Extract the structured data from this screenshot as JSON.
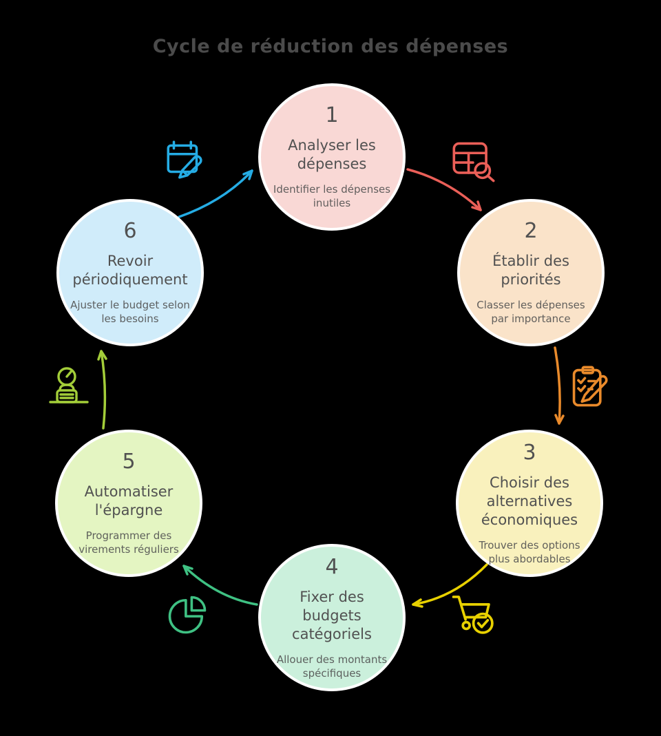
{
  "title": "Cycle de réduction des dépenses",
  "colors": {
    "background": "#000000",
    "title_text": "#4b4b4b",
    "node_text": "#515151",
    "node_border": "#ffffff"
  },
  "steps": [
    {
      "number": "1",
      "label": "Analyser les dépenses",
      "description": "Identifier les dépenses inutiles",
      "fill": "#f9d8d5"
    },
    {
      "number": "2",
      "label": "Établir des priorités",
      "description": "Classer les dépenses par importance",
      "fill": "#fae3c9"
    },
    {
      "number": "3",
      "label": "Choisir des alternatives économiques",
      "description": "Trouver des options plus abordables",
      "fill": "#f9f1bd"
    },
    {
      "number": "4",
      "label": "Fixer des budgets catégoriels",
      "description": "Allouer des montants spécifiques",
      "fill": "#cbf0dc"
    },
    {
      "number": "5",
      "label": "Automatiser l'épargne",
      "description": "Programmer des virements réguliers",
      "fill": "#e4f5c2"
    },
    {
      "number": "6",
      "label": "Revoir périodiquement",
      "description": "Ajuster le budget selon les besoins",
      "fill": "#d0ecfa"
    }
  ],
  "connectors": [
    {
      "from": "1",
      "to": "2",
      "color": "#ea5f58",
      "icon": "table-search-icon"
    },
    {
      "from": "2",
      "to": "3",
      "color": "#e98a2b",
      "icon": "clipboard-checklist-pencil-icon"
    },
    {
      "from": "3",
      "to": "4",
      "color": "#e8d100",
      "icon": "shopping-cart-check-icon"
    },
    {
      "from": "4",
      "to": "5",
      "color": "#3fc183",
      "icon": "pie-chart-icon"
    },
    {
      "from": "5",
      "to": "6",
      "color": "#a3cd39",
      "icon": "scale-gauge-icon"
    },
    {
      "from": "6",
      "to": "1",
      "color": "#25ace4",
      "icon": "calendar-pencil-icon"
    }
  ]
}
